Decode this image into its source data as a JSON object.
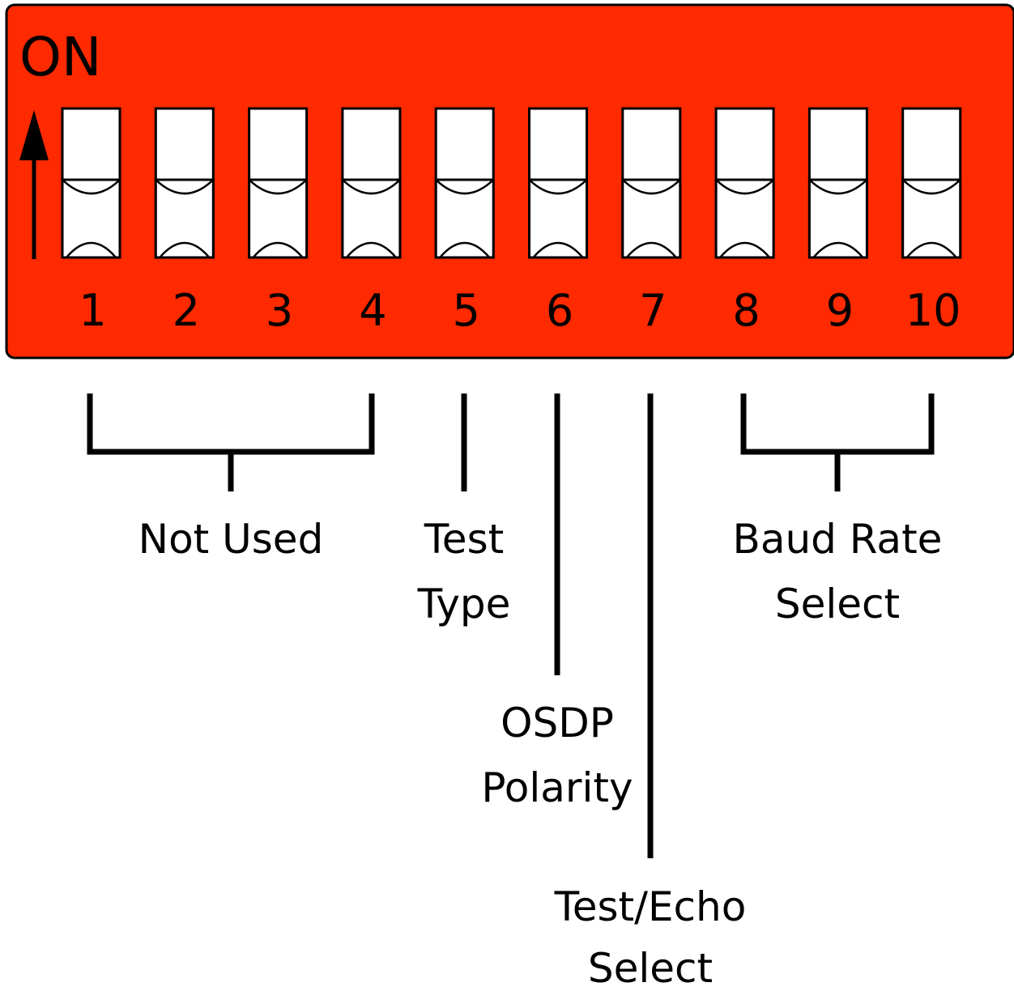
{
  "colors": {
    "body": "#ff2a00",
    "outline": "#000000",
    "switch": "#ffffff",
    "text": "#000000"
  },
  "header": {
    "on_label": "ON",
    "arrow_icon": "up-arrow-icon"
  },
  "switches": [
    {
      "number": "1",
      "state": "off"
    },
    {
      "number": "2",
      "state": "off"
    },
    {
      "number": "3",
      "state": "off"
    },
    {
      "number": "4",
      "state": "off"
    },
    {
      "number": "5",
      "state": "off"
    },
    {
      "number": "6",
      "state": "off"
    },
    {
      "number": "7",
      "state": "off"
    },
    {
      "number": "8",
      "state": "off"
    },
    {
      "number": "9",
      "state": "off"
    },
    {
      "number": "10",
      "state": "off"
    }
  ],
  "groups": {
    "not_used": {
      "line1": "Not Used"
    },
    "test_type": {
      "line1": "Test",
      "line2": "Type"
    },
    "osdp_polarity": {
      "line1": "OSDP",
      "line2": "Polarity"
    },
    "test_echo": {
      "line1": "Test/Echo",
      "line2": "Select"
    },
    "baud_rate": {
      "line1": "Baud Rate",
      "line2": "Select"
    }
  }
}
